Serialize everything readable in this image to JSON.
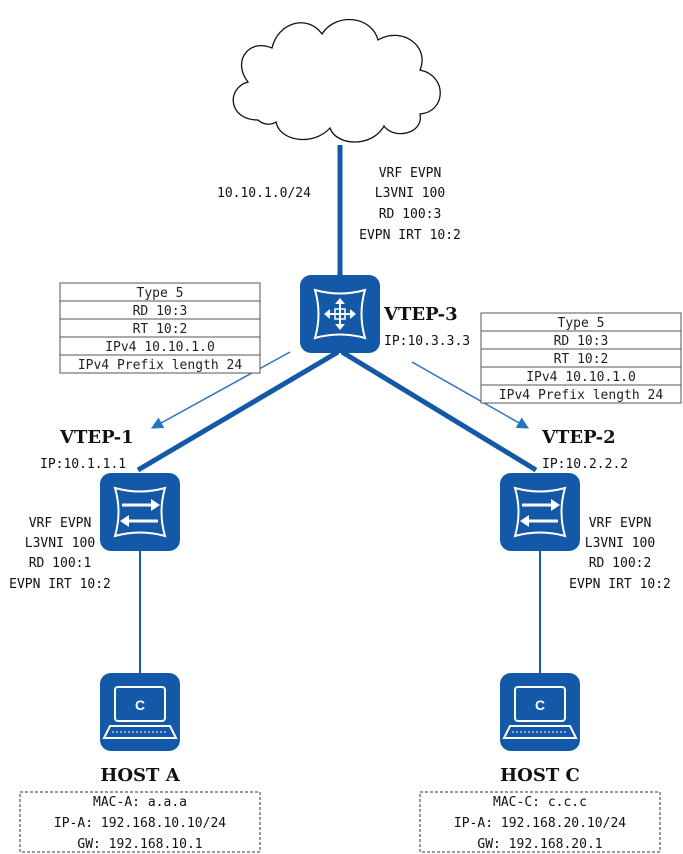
{
  "cloud_network": {
    "prefix": "10.10.1.0/24",
    "config": [
      "VRF EVPN",
      "L3VNI 100",
      "RD 100:3",
      "EVPN IRT 10:2"
    ]
  },
  "vtep3": {
    "name": "VTEP-3",
    "ip": "IP:10.3.3.3"
  },
  "vtep1": {
    "name": "VTEP-1",
    "ip": "IP:10.1.1.1",
    "config": [
      "VRF EVPN",
      "L3VNI 100",
      "RD 100:1",
      "EVPN IRT 10:2"
    ]
  },
  "vtep2": {
    "name": "VTEP-2",
    "ip": "IP:10.2.2.2",
    "config": [
      "VRF EVPN",
      "L3VNI 100",
      "RD 100:2",
      "EVPN IRT 10:2"
    ]
  },
  "route_left": [
    "Type 5",
    "RD 10:3",
    "RT 10:2",
    "IPv4 10.10.1.0",
    "IPv4 Prefix length 24"
  ],
  "route_right": [
    "Type 5",
    "RD 10:3",
    "RT 10:2",
    "IPv4 10.10.1.0",
    "IPv4 Prefix length 24"
  ],
  "host_a": {
    "name": "HOST A",
    "icon_letter": "C",
    "details": [
      "MAC-A: a.a.a",
      "IP-A: 192.168.10.10/24",
      "GW: 192.168.10.1"
    ]
  },
  "host_c": {
    "name": "HOST C",
    "icon_letter": "C",
    "details": [
      "MAC-C: c.c.c",
      "IP-A: 192.168.20.10/24",
      "GW: 192.168.20.1"
    ]
  },
  "colors": {
    "device_blue": "#1458a8",
    "link_blue": "#1458a8",
    "arrow_blue": "#2b72c2",
    "table_fill": "#ffffff"
  }
}
